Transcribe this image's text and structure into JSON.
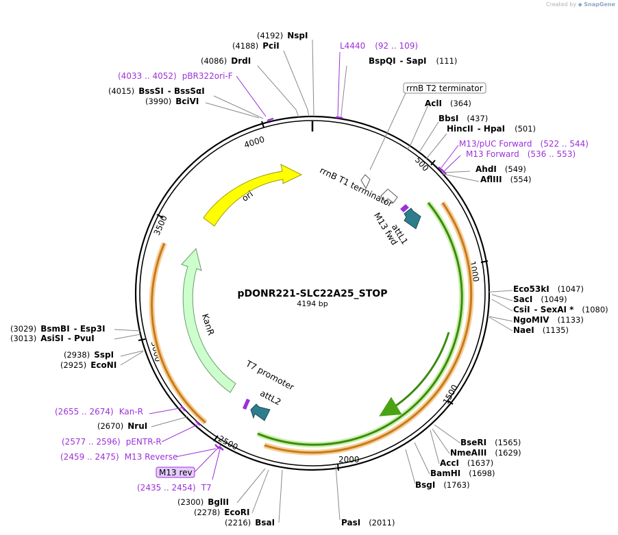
{
  "credit": {
    "prefix": "Created by",
    "brand": "SnapGene"
  },
  "plasmid": {
    "name": "pDONR221-SLC22A25_STOP",
    "length": 4194,
    "length_label": "4194 bp"
  },
  "ticks": [
    "500",
    "1000",
    "1500",
    "2000",
    "2500",
    "3000",
    "3500",
    "4000"
  ],
  "colors": {
    "ori": "#ffff00",
    "kanr": "#ccffcc",
    "att": "#2e7d8c",
    "insert_orange": "#f5b041",
    "insert_green": "#4aa313",
    "primer": "#9b30d9"
  },
  "features": {
    "ori": "ori",
    "kanr": "KanR",
    "rrnb_t1": "rrnB T1 terminator",
    "rrnb_t2": "rrnB T2 terminator",
    "attl1": "attL1",
    "m13_fwd": "M13 fwd",
    "attl2": "attL2",
    "t7_promoter": "T7 promoter",
    "m13_rev": "M13 rev"
  },
  "sites": [
    {
      "pos": "(4192)",
      "name": "NspI"
    },
    {
      "pos": "(4188)",
      "name": "PciI"
    },
    {
      "pos": "(4086)",
      "name": "DrdI"
    },
    {
      "pos": "(4015)",
      "name": "BssSI",
      "alt": "- BssSαI"
    },
    {
      "pos": "(3990)",
      "name": "BciVI"
    },
    {
      "pos": "(111)",
      "name": "BspQI",
      "alt": "- SapI"
    },
    {
      "pos": "(364)",
      "name": "AclI"
    },
    {
      "pos": "(437)",
      "name": "BbsI"
    },
    {
      "pos": "(501)",
      "name": "HincII",
      "alt": "- HpaI"
    },
    {
      "pos": "(549)",
      "name": "AhdI"
    },
    {
      "pos": "(554)",
      "name": "AflIII"
    },
    {
      "pos": "(1047)",
      "name": "Eco53kI"
    },
    {
      "pos": "(1049)",
      "name": "SacI"
    },
    {
      "pos": "(1080)",
      "name": "CsiI",
      "alt": "- SexAI *"
    },
    {
      "pos": "(1133)",
      "name": "NgoMIV"
    },
    {
      "pos": "(1135)",
      "name": "NaeI"
    },
    {
      "pos": "(1565)",
      "name": "BseRI"
    },
    {
      "pos": "(1629)",
      "name": "NmeAIII"
    },
    {
      "pos": "(1637)",
      "name": "AccI"
    },
    {
      "pos": "(1698)",
      "name": "BamHI"
    },
    {
      "pos": "(1763)",
      "name": "BsgI"
    },
    {
      "pos": "(2011)",
      "name": "PasI"
    },
    {
      "pos": "(2216)",
      "name": "BsaI"
    },
    {
      "pos": "(2278)",
      "name": "EcoRI"
    },
    {
      "pos": "(2300)",
      "name": "BglII"
    },
    {
      "pos": "(2670)",
      "name": "NruI"
    },
    {
      "pos": "(2925)",
      "name": "EcoNI"
    },
    {
      "pos": "(2938)",
      "name": "SspI"
    },
    {
      "pos": "(3013)",
      "name": "AsiSI",
      "alt": "- PvuI"
    },
    {
      "pos": "(3029)",
      "name": "BsmBI",
      "alt": "- Esp3I"
    }
  ],
  "primers": [
    {
      "name": "L4440",
      "range": "(92 .. 109)"
    },
    {
      "name": "pBR322ori-F",
      "range": "(4033 .. 4052)"
    },
    {
      "name": "M13/pUC Forward",
      "range": "(522 .. 544)"
    },
    {
      "name": "M13 Forward",
      "range": "(536 .. 553)"
    },
    {
      "name": "Kan-R",
      "range": "(2655 .. 2674)"
    },
    {
      "name": "pENTR-R",
      "range": "(2577 .. 2596)"
    },
    {
      "name": "M13 Reverse",
      "range": "(2459 .. 2475)"
    },
    {
      "name": "T7",
      "range": "(2435 .. 2454)"
    }
  ]
}
